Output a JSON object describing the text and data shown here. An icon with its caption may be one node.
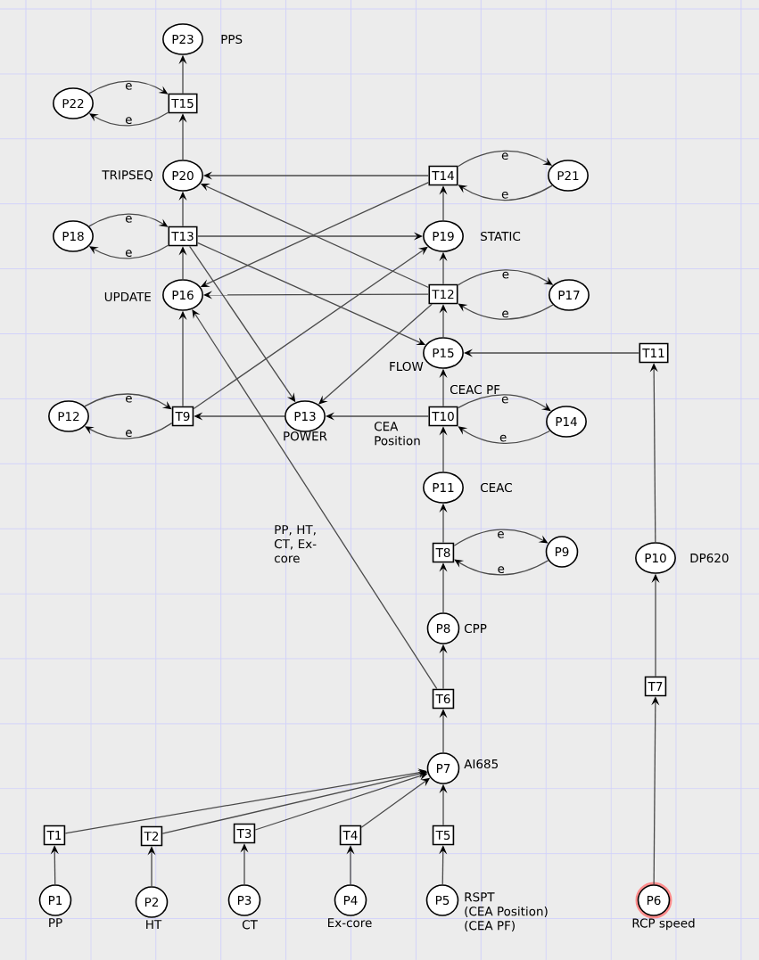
{
  "diagram": {
    "nodes": [
      {
        "text": [
          "P1"
        ],
        "beside": [
          "PP"
        ]
      },
      {
        "text": [
          "P2"
        ],
        "beside": [
          "HT"
        ]
      },
      {
        "text": [
          "P3"
        ],
        "beside": [
          "CT"
        ]
      },
      {
        "text": [
          "P4"
        ],
        "beside": [
          "Ex-core"
        ]
      },
      {
        "text": [
          "P5"
        ],
        "beside": [
          "RSPT",
          "(CEA Position)",
          "(CEA PF)"
        ]
      },
      {
        "text": [
          "P6"
        ],
        "beside": [
          "RCP speed"
        ]
      },
      {
        "text": [
          "P7"
        ],
        "beside": [
          "AI685"
        ]
      },
      {
        "text": [
          "P8"
        ],
        "beside": [
          "CPP"
        ]
      },
      {
        "text": [
          "P9"
        ]
      },
      {
        "text": [
          "P10"
        ],
        "beside": [
          "DP620"
        ]
      },
      {
        "text": [
          "P11"
        ],
        "beside": [
          "CEAC"
        ]
      },
      {
        "text": [
          "P12"
        ]
      },
      {
        "text": [
          "P13"
        ],
        "beside": [
          "POWER"
        ]
      },
      {
        "text": [
          "P14"
        ]
      },
      {
        "text": [
          "P15"
        ],
        "beside": [
          "FLOW"
        ]
      },
      {
        "text": [
          "P16"
        ],
        "beside": [
          "UPDATE"
        ]
      },
      {
        "text": [
          "P17"
        ]
      },
      {
        "text": [
          "P18"
        ]
      },
      {
        "text": [
          "P19"
        ],
        "beside": [
          "STATIC"
        ]
      },
      {
        "text": [
          "P20"
        ],
        "beside": [
          "TRIPSEQ"
        ]
      },
      {
        "text": [
          "P21"
        ]
      },
      {
        "text": [
          "P22"
        ]
      },
      {
        "text": [
          "P23"
        ],
        "beside": [
          "PPS"
        ]
      },
      {
        "text": [
          "T1"
        ]
      },
      {
        "text": [
          "T2"
        ]
      },
      {
        "text": [
          "T3"
        ]
      },
      {
        "text": [
          "T4"
        ]
      },
      {
        "text": [
          "T5"
        ]
      },
      {
        "text": [
          "T6"
        ]
      },
      {
        "text": [
          "T7"
        ]
      },
      {
        "text": [
          "T8"
        ]
      },
      {
        "text": [
          "T9"
        ]
      },
      {
        "text": [
          "T10"
        ]
      },
      {
        "text": [
          "T11"
        ]
      },
      {
        "text": [
          "T12"
        ]
      },
      {
        "text": [
          "T13"
        ]
      },
      {
        "text": [
          "T14"
        ]
      },
      {
        "text": [
          "T15"
        ]
      }
    ],
    "edges": [
      {
        "from": 0,
        "to": 23,
        "arrow": "to"
      },
      {
        "from": 1,
        "to": 24,
        "arrow": "to"
      },
      {
        "from": 2,
        "to": 25,
        "arrow": "to"
      },
      {
        "from": 3,
        "to": 26,
        "arrow": "to"
      },
      {
        "from": 4,
        "to": 27,
        "arrow": "to"
      },
      {
        "from": 5,
        "to": 29,
        "arrow": "to"
      },
      {
        "from": 23,
        "to": 6,
        "arrow": "to"
      },
      {
        "from": 24,
        "to": 6,
        "arrow": "to"
      },
      {
        "from": 25,
        "to": 6,
        "arrow": "to"
      },
      {
        "from": 26,
        "to": 6,
        "arrow": "to"
      },
      {
        "from": 27,
        "to": 6,
        "arrow": "to"
      },
      {
        "from": 6,
        "to": 28,
        "arrow": "to"
      },
      {
        "from": 28,
        "to": 7,
        "arrow": "to"
      },
      {
        "from": 28,
        "to": 15,
        "arrow": "to",
        "label": "PP, HT, CT, Ex-core"
      },
      {
        "from": 7,
        "to": 30,
        "arrow": "to"
      },
      {
        "from": 30,
        "to": 8,
        "arrow": "to",
        "label": "e"
      },
      {
        "from": 8,
        "to": 30,
        "arrow": "to",
        "label": "e"
      },
      {
        "from": 30,
        "to": 10,
        "arrow": "to"
      },
      {
        "from": 29,
        "to": 9,
        "arrow": "to"
      },
      {
        "from": 9,
        "to": 33,
        "arrow": "to"
      },
      {
        "from": 33,
        "to": 14,
        "arrow": "to"
      },
      {
        "from": 10,
        "to": 32,
        "arrow": "to"
      },
      {
        "from": 32,
        "to": 13,
        "arrow": "to",
        "label": "e"
      },
      {
        "from": 13,
        "to": 32,
        "arrow": "to",
        "label": "e"
      },
      {
        "from": 32,
        "to": 12,
        "arrow": "to",
        "label": "CEA Position"
      },
      {
        "from": 32,
        "to": 14,
        "arrow": "to",
        "label": "CEAC PF"
      },
      {
        "from": 12,
        "to": 31,
        "arrow": "to"
      },
      {
        "from": 11,
        "to": 31,
        "arrow": "to",
        "label": "e"
      },
      {
        "from": 31,
        "to": 11,
        "arrow": "to",
        "label": "e"
      },
      {
        "from": 31,
        "to": 15,
        "arrow": "to"
      },
      {
        "from": 31,
        "to": 18,
        "arrow": "to"
      },
      {
        "from": 14,
        "to": 34,
        "arrow": "to"
      },
      {
        "from": 34,
        "to": 16,
        "arrow": "to",
        "label": "e"
      },
      {
        "from": 16,
        "to": 34,
        "arrow": "to",
        "label": "e"
      },
      {
        "from": 34,
        "to": 12,
        "arrow": "to"
      },
      {
        "from": 34,
        "to": 15,
        "arrow": "to"
      },
      {
        "from": 34,
        "to": 18,
        "arrow": "to"
      },
      {
        "from": 34,
        "to": 19,
        "arrow": "to"
      },
      {
        "from": 15,
        "to": 35,
        "arrow": "to"
      },
      {
        "from": 17,
        "to": 35,
        "arrow": "to",
        "label": "e"
      },
      {
        "from": 35,
        "to": 17,
        "arrow": "to",
        "label": "e"
      },
      {
        "from": 35,
        "to": 18,
        "arrow": "to"
      },
      {
        "from": 35,
        "to": 14,
        "arrow": "to"
      },
      {
        "from": 35,
        "to": 12,
        "arrow": "to"
      },
      {
        "from": 35,
        "to": 19,
        "arrow": "to"
      },
      {
        "from": 18,
        "to": 36,
        "arrow": "to"
      },
      {
        "from": 36,
        "to": 20,
        "arrow": "to",
        "label": "e"
      },
      {
        "from": 20,
        "to": 36,
        "arrow": "to",
        "label": "e"
      },
      {
        "from": 36,
        "to": 19,
        "arrow": "to"
      },
      {
        "from": 36,
        "to": 15,
        "arrow": "to"
      },
      {
        "from": 19,
        "to": 37,
        "arrow": "to"
      },
      {
        "from": 21,
        "to": 37,
        "arrow": "to",
        "label": "e"
      },
      {
        "from": 37,
        "to": 21,
        "arrow": "to",
        "label": "e"
      },
      {
        "from": 37,
        "to": 22,
        "arrow": "to"
      }
    ]
  }
}
